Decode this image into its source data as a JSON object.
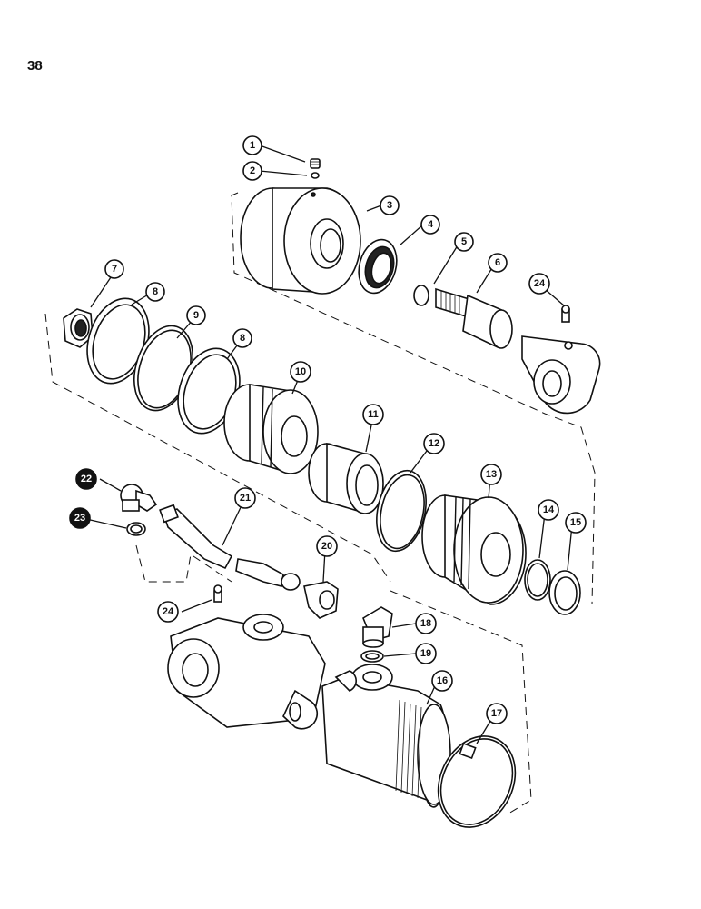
{
  "page": {
    "number": "38"
  },
  "callouts": [
    {
      "id": "c1",
      "label": "1"
    },
    {
      "id": "c2",
      "label": "2"
    },
    {
      "id": "c3",
      "label": "3"
    },
    {
      "id": "c4",
      "label": "4"
    },
    {
      "id": "c5",
      "label": "5"
    },
    {
      "id": "c6",
      "label": "6"
    },
    {
      "id": "c24a",
      "label": "24"
    },
    {
      "id": "c7",
      "label": "7"
    },
    {
      "id": "c8a",
      "label": "8"
    },
    {
      "id": "c9",
      "label": "9"
    },
    {
      "id": "c8b",
      "label": "8"
    },
    {
      "id": "c10",
      "label": "10"
    },
    {
      "id": "c11",
      "label": "11"
    },
    {
      "id": "c12",
      "label": "12"
    },
    {
      "id": "c13",
      "label": "13"
    },
    {
      "id": "c14",
      "label": "14"
    },
    {
      "id": "c15",
      "label": "15"
    },
    {
      "id": "c22",
      "label": "22"
    },
    {
      "id": "c21",
      "label": "21"
    },
    {
      "id": "c23",
      "label": "23"
    },
    {
      "id": "c20",
      "label": "20"
    },
    {
      "id": "c24b",
      "label": "24"
    },
    {
      "id": "c18",
      "label": "18"
    },
    {
      "id": "c19",
      "label": "19"
    },
    {
      "id": "c16",
      "label": "16"
    },
    {
      "id": "c17",
      "label": "17"
    }
  ]
}
